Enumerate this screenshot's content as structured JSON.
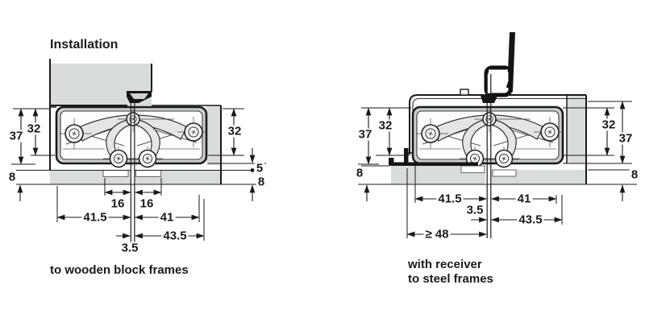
{
  "title": "Installation",
  "colors": {
    "background": "#ffffff",
    "panel_gray": "#d9dcdc",
    "line": "#1a1a1a",
    "hinge_ring": "#c9cdcd",
    "receiver_black": "#161616"
  },
  "left_diagram": {
    "caption": "to wooden block frames",
    "dims": {
      "overall_depth": "37",
      "inset_depth": "32",
      "frame_thickness_left": "8",
      "inset_depth_right": "32",
      "protrusion": "5",
      "frame_thickness_right": "8",
      "cup_offset_door": "16",
      "cup_offset_frame": "16",
      "door_leaf_width": "41.5",
      "frame_leaf_width": "41",
      "frame_leaf_total": "43.5",
      "door_gap": "3.5"
    }
  },
  "right_diagram": {
    "caption_line1": "with receiver",
    "caption_line2": "to steel frames",
    "dims": {
      "overall_depth_left": "37",
      "inset_depth_left": "32",
      "frame_thickness_left": "8",
      "inset_depth_right": "32",
      "overall_depth_right": "37",
      "frame_thickness_right": "8",
      "door_leaf_width": "41.5",
      "frame_leaf_width": "41",
      "door_gap": "3.5",
      "frame_leaf_total": "43.5",
      "min_receiver_width": "≥ 48"
    }
  }
}
